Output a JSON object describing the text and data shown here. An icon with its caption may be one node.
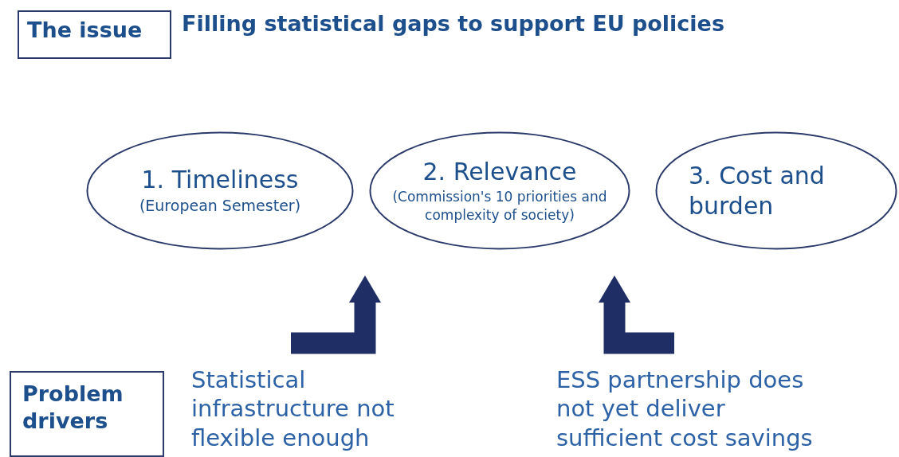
{
  "diagram": {
    "title": "Filling statistical gaps to support EU policies",
    "nodes": [
      {
        "text": [
          "The issue"
        ]
      },
      {
        "text": [
          "1. Timeliness",
          "(European Semester)"
        ]
      },
      {
        "text": [
          "2. Relevance",
          "(Commission's 10 priorities and complexity of society)"
        ]
      },
      {
        "text": [
          "3. Cost and burden"
        ]
      },
      {
        "text": [
          "Problem drivers"
        ]
      },
      {
        "text": [
          "Statistical infrastructure not flexible enough"
        ]
      },
      {
        "text": [
          "ESS partnership does not yet deliver sufficient cost savings"
        ]
      }
    ]
  }
}
